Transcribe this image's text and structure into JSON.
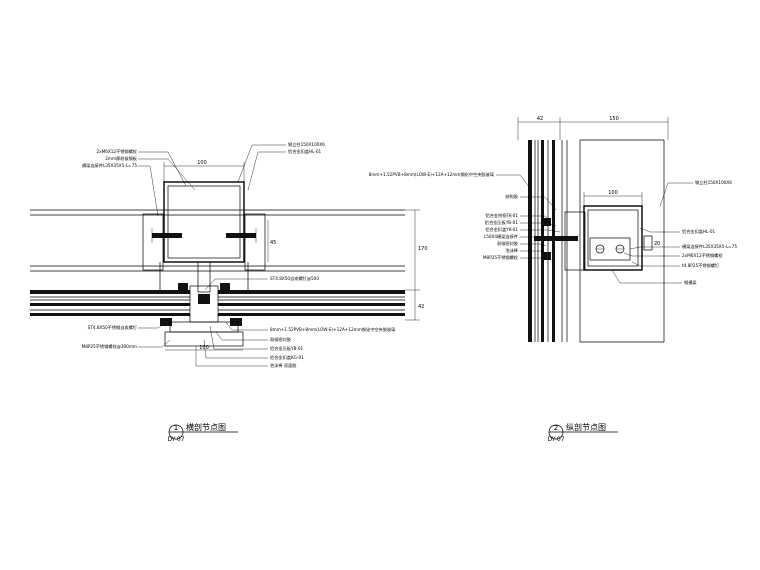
{
  "detail1": {
    "number": "1",
    "sheet": "DY-07",
    "title": "横剖节点图",
    "dims": {
      "top_width": "100",
      "bottom_width": "100",
      "depth_inner": "45",
      "depth_total": "170",
      "lower": "42"
    },
    "labels": {
      "l1": "2xM6X12不锈钢螺栓",
      "l2": "2mm厚耐候钢板",
      "l3": "横梁连接件L35X35X5-L=75",
      "l4": "钢立柱150X100X6",
      "l5": "铝合金扣盖HL-01",
      "l6": "ST4.8X50自攻螺钉@500",
      "l7": "ST4.8X50不锈钢自攻螺钉",
      "l8": "M8P25不锈钢螺栓@300mm",
      "l9": "8mm+1.52PVB+8mm(LOW-E)+12A+12mm钢化中空夹胶玻璃",
      "l10": "耐候密封胶",
      "l11": "铝合金压板YB-01",
      "l12": "铝合金扣盖KG-01",
      "l13": "泡沫棒 双面胶"
    }
  },
  "detail2": {
    "number": "2",
    "sheet": "DY-07",
    "title": "纵剖节点图",
    "dims": {
      "a": "42",
      "b": "150",
      "c": "100",
      "d": "20"
    },
    "labels": {
      "r1": "8mm+1.52PVB+8mm(LOW-E)+12A+12mm钢化中空夹胶玻璃",
      "r2": "钢立柱150X100X6",
      "r3": "结构胶",
      "r4": "铝合金附框FK-01",
      "r5": "铝合金压板YB-01",
      "r6": "铝合金扣盖YK-01",
      "r7": "L50X4横梁连接件",
      "r8": "耐候密封胶",
      "r9": "泡沫棒",
      "r10": "M8P25不锈钢螺栓",
      "r11": "铝合金扣盖HL-01",
      "r12": "横梁连接件L35X35X5-L=75",
      "r13": "2xM6X12不锈钢螺栓",
      "r14": "t4.8P25不锈钢螺钉",
      "r15": "钢横梁"
    }
  }
}
